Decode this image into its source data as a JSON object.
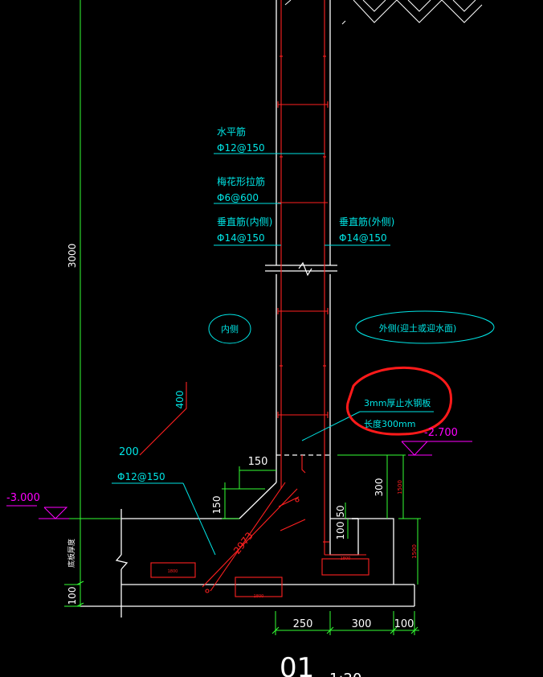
{
  "colors": {
    "background": "#000000",
    "wall": "#ffffff",
    "rebar": "#ff2020",
    "annotation": "#00e5e5",
    "dimension": "#33ff33",
    "elevation": "#ff00ff",
    "highlight": "#ff1a1a"
  },
  "labels": {
    "horizontal_bar_title": "水平筋",
    "horizontal_bar_spec": "Φ12@150",
    "tie_bar_title": "梅花形拉筋",
    "tie_bar_spec": "Φ6@600",
    "vertical_inner_title": "垂直筋(内侧)",
    "vertical_inner_spec": "Φ14@150",
    "vertical_outer_title": "垂直筋(外侧)",
    "vertical_outer_spec": "Φ14@150",
    "inner_side": "内侧",
    "outer_side": "外侧(迎土或迎水面)",
    "waterstop_line1": "3mm厚止水钢板",
    "waterstop_line2": "长度300mm",
    "slope_bar_spec": "Φ12@150",
    "hook_200": "200",
    "hook_400": "400",
    "slope_length": "2973",
    "slab_thickness": "底板厚度",
    "detail_number": "01",
    "detail_scale": "1:20"
  },
  "elevations": {
    "left": "-3.000",
    "right": "-2.700"
  },
  "dimensions": {
    "wall_height": "3000",
    "chamfer_h": "150",
    "chamfer_v": "150",
    "step_300": "300",
    "step_1500": "1500",
    "step_1500b": "1500",
    "step_50": "50",
    "step_100": "100",
    "slab_100": "100",
    "bottom_250": "250",
    "bottom_300": "300",
    "bottom_100": "100",
    "small_bar_a": "1800",
    "small_bar_b": "1800",
    "small_bar_c": "1800"
  }
}
